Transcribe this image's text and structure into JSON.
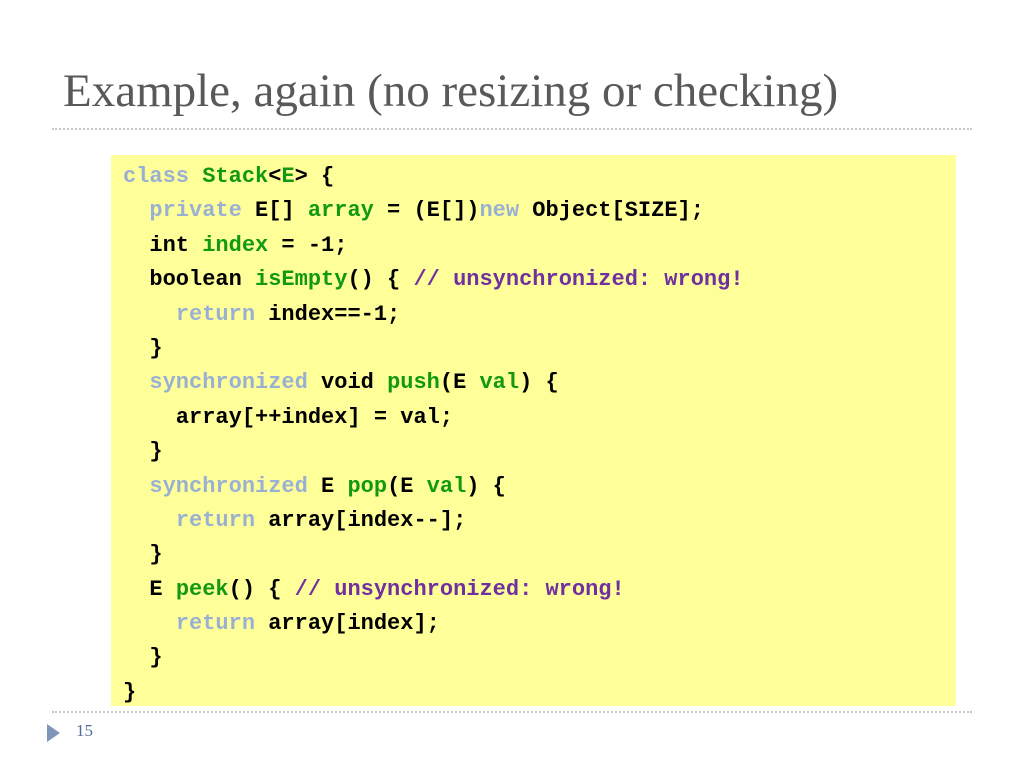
{
  "slide": {
    "title": "Example, again (no resizing or checking)",
    "page_number": "15"
  },
  "colors": {
    "keyword": "#9ab0d2",
    "identifier": "#119911",
    "comment": "#7030a0",
    "code_background": "#ffff99",
    "title": "#595959"
  },
  "code": {
    "lines": [
      [
        {
          "t": "class ",
          "k": "kw"
        },
        {
          "t": "Stack",
          "k": "nm"
        },
        {
          "t": "<",
          "k": "tx"
        },
        {
          "t": "E",
          "k": "nm"
        },
        {
          "t": "> {",
          "k": "tx"
        }
      ],
      [
        {
          "t": "  ",
          "k": "tx"
        },
        {
          "t": "private ",
          "k": "kw"
        },
        {
          "t": "E[] ",
          "k": "tx"
        },
        {
          "t": "array",
          "k": "nm"
        },
        {
          "t": " = (E[])",
          "k": "tx"
        },
        {
          "t": "new ",
          "k": "kw"
        },
        {
          "t": "Object[SIZE];",
          "k": "tx"
        }
      ],
      [
        {
          "t": "  int ",
          "k": "tx"
        },
        {
          "t": "index",
          "k": "nm"
        },
        {
          "t": " = -1;",
          "k": "tx"
        }
      ],
      [
        {
          "t": "  boolean ",
          "k": "tx"
        },
        {
          "t": "isEmpty",
          "k": "nm"
        },
        {
          "t": "() { ",
          "k": "tx"
        },
        {
          "t": "// unsynchronized: wrong!",
          "k": "cm"
        }
      ],
      [
        {
          "t": "    ",
          "k": "tx"
        },
        {
          "t": "return ",
          "k": "kw"
        },
        {
          "t": "index==-1;",
          "k": "tx"
        }
      ],
      [
        {
          "t": "  }",
          "k": "tx"
        }
      ],
      [
        {
          "t": "  ",
          "k": "tx"
        },
        {
          "t": "synchronized ",
          "k": "kw"
        },
        {
          "t": "void ",
          "k": "tx"
        },
        {
          "t": "push",
          "k": "nm"
        },
        {
          "t": "(E ",
          "k": "tx"
        },
        {
          "t": "val",
          "k": "nm"
        },
        {
          "t": ") {",
          "k": "tx"
        }
      ],
      [
        {
          "t": "    array[++index] = val;",
          "k": "tx"
        }
      ],
      [
        {
          "t": "  }",
          "k": "tx"
        }
      ],
      [
        {
          "t": "  ",
          "k": "tx"
        },
        {
          "t": "synchronized ",
          "k": "kw"
        },
        {
          "t": "E ",
          "k": "tx"
        },
        {
          "t": "pop",
          "k": "nm"
        },
        {
          "t": "(E ",
          "k": "tx"
        },
        {
          "t": "val",
          "k": "nm"
        },
        {
          "t": ") {",
          "k": "tx"
        }
      ],
      [
        {
          "t": "    ",
          "k": "tx"
        },
        {
          "t": "return ",
          "k": "kw"
        },
        {
          "t": "array[index--];",
          "k": "tx"
        }
      ],
      [
        {
          "t": "  }",
          "k": "tx"
        }
      ],
      [
        {
          "t": "  E ",
          "k": "tx"
        },
        {
          "t": "peek",
          "k": "nm"
        },
        {
          "t": "() { ",
          "k": "tx"
        },
        {
          "t": "// unsynchronized: wrong!",
          "k": "cm"
        }
      ],
      [
        {
          "t": "    ",
          "k": "tx"
        },
        {
          "t": "return ",
          "k": "kw"
        },
        {
          "t": "array[index];",
          "k": "tx"
        }
      ],
      [
        {
          "t": "  }",
          "k": "tx"
        }
      ],
      [
        {
          "t": "}",
          "k": "tx"
        }
      ]
    ]
  }
}
